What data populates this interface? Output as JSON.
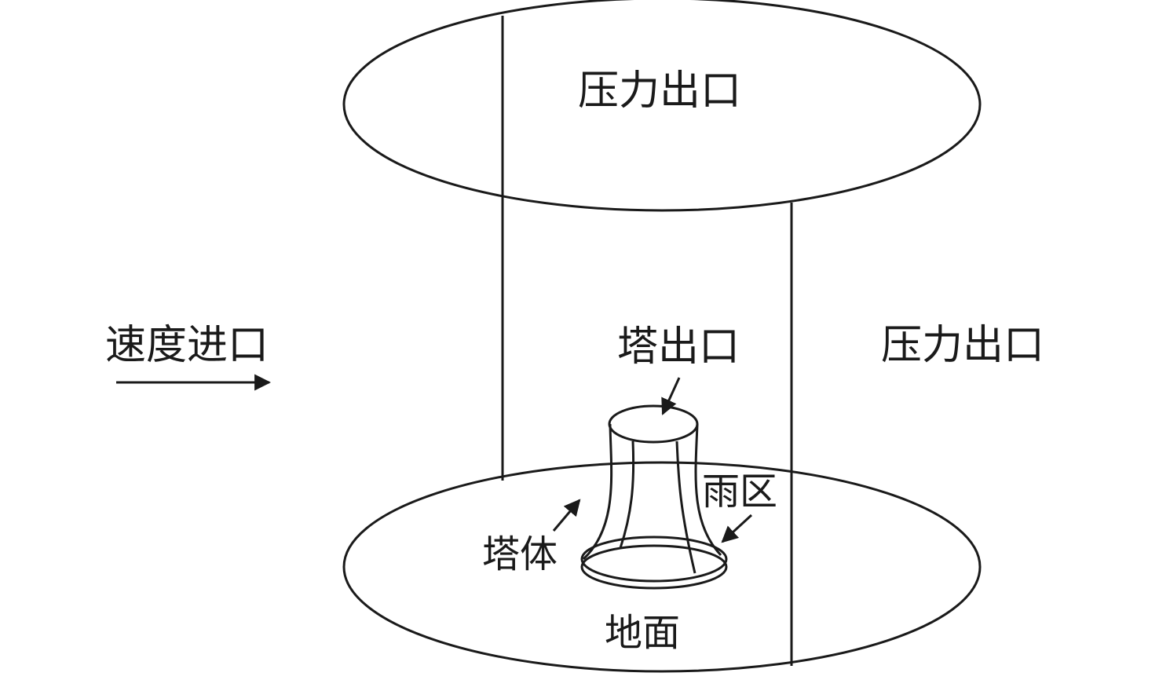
{
  "labels": {
    "top_outlet": "压力出口",
    "side_outlet": "压力出口",
    "velocity_inlet": "速度进口",
    "tower_outlet": "塔出口",
    "tower_body": "塔体",
    "rain_zone": "雨区",
    "ground": "地面"
  },
  "colors": {
    "stroke": "#1a1a1a",
    "background": "#ffffff"
  }
}
